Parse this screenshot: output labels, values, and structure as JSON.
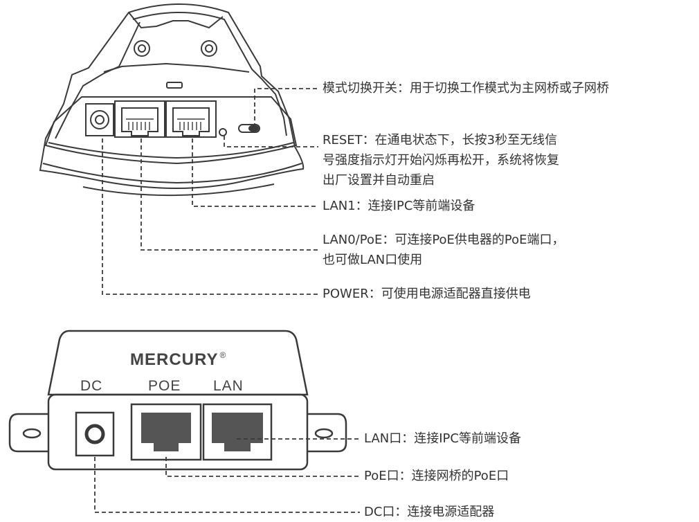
{
  "device_top": {
    "callouts": {
      "mode_switch": "模式切换开关：用于切换工作模式为主网桥或子网桥",
      "reset": "RESET：在通电状态下，长按3秒至无线信号强度指示灯开始闪烁再松开，系统将恢复出厂设置并自动重启",
      "lan1": "LAN1：连接IPC等前端设备",
      "lan0_poe": "LAN0/PoE：可连接PoE供电器的PoE端口，也可做LAN口使用",
      "power": "POWER：可使用电源适配器直接供电"
    }
  },
  "poe_injector": {
    "brand": "MERCURY",
    "brand_mark": "®",
    "port_labels": {
      "dc": "DC",
      "poe": "POE",
      "lan": "LAN"
    },
    "callouts": {
      "lan": "LAN口：连接IPC等前端设备",
      "poe": "PoE口：连接网桥的PoE口",
      "dc": "DC口：连接电源适配器"
    }
  },
  "colors": {
    "stroke": "#3a3a3a",
    "text": "#333333",
    "port_fill": "#555555"
  }
}
